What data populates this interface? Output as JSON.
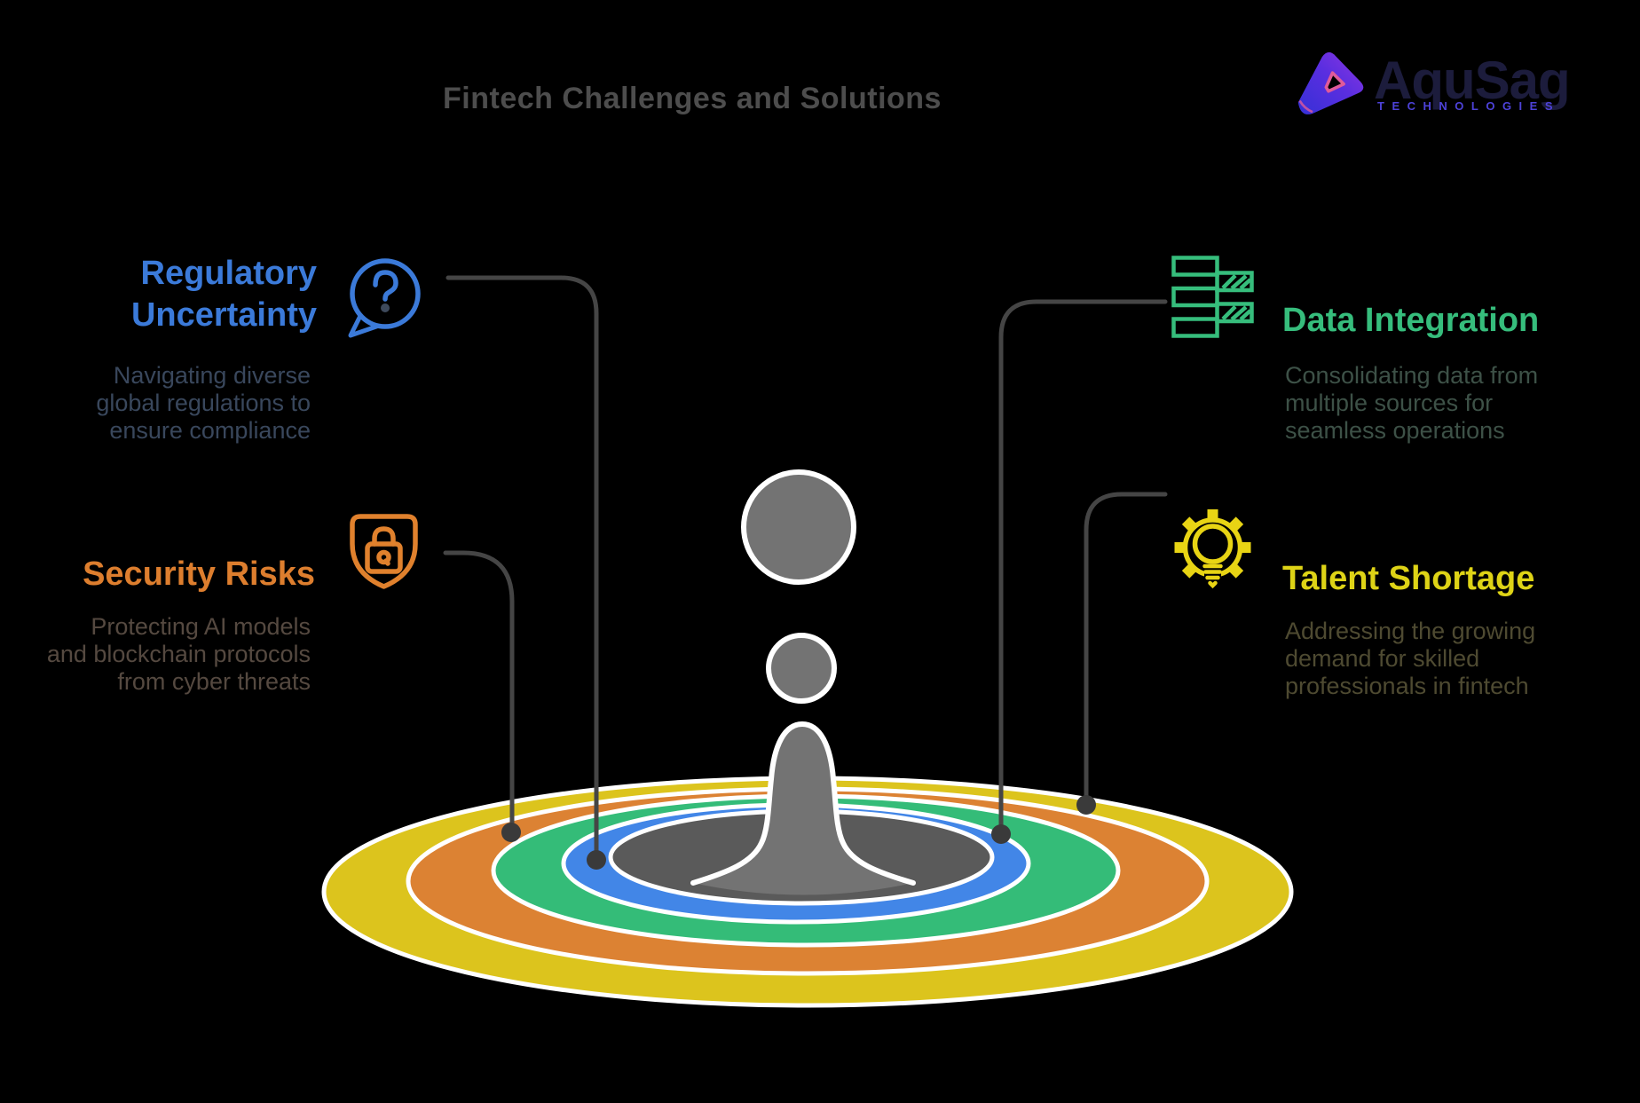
{
  "page": {
    "title": "Fintech Challenges and Solutions",
    "background_color": "#000000",
    "title_color": "#4d4d4d"
  },
  "logo": {
    "name": "AquSag",
    "subtitle": "TECHNOLOGIES",
    "name_color": "#1c1c3c",
    "subtitle_color": "#4d42d8",
    "icon": "aqusag-a-mark"
  },
  "sections": {
    "regulatory": {
      "title": "Regulatory Uncertainty",
      "description": "Navigating diverse global regulations to ensure compliance",
      "accent_color": "#3b7ad9",
      "description_color": "#39475c",
      "icon": "question-speech-bubble-icon",
      "position": "top-left",
      "ring": "blue"
    },
    "security": {
      "title": "Security Risks",
      "description": "Protecting AI models and blockchain protocols from cyber threats",
      "accent_color": "#dd7e2e",
      "description_color": "#554940",
      "icon": "shield-lock-icon",
      "position": "bottom-left",
      "ring": "orange"
    },
    "data_integration": {
      "title": "Data Integration",
      "description": "Consolidating data from multiple sources for seamless operations",
      "accent_color": "#36bd7c",
      "description_color": "#3d5147",
      "icon": "data-stack-icon",
      "position": "top-right",
      "ring": "green"
    },
    "talent": {
      "title": "Talent Shortage",
      "description": "Addressing the growing demand for skilled professionals in fintech",
      "accent_color": "#ded316",
      "description_color": "#4e4a31",
      "icon": "gear-lightbulb-icon",
      "position": "bottom-right",
      "ring": "yellow"
    }
  },
  "splash_graphic": {
    "description": "water droplet splash with concentric ripple rings",
    "ring_colors": [
      "#dcc41d",
      "#dc8233",
      "#34bc78",
      "#4286e7",
      "#5a5a5a"
    ],
    "droplet_color": "#737373",
    "connector_color": "#454545",
    "ring_stroke_color": "#ffffff"
  }
}
